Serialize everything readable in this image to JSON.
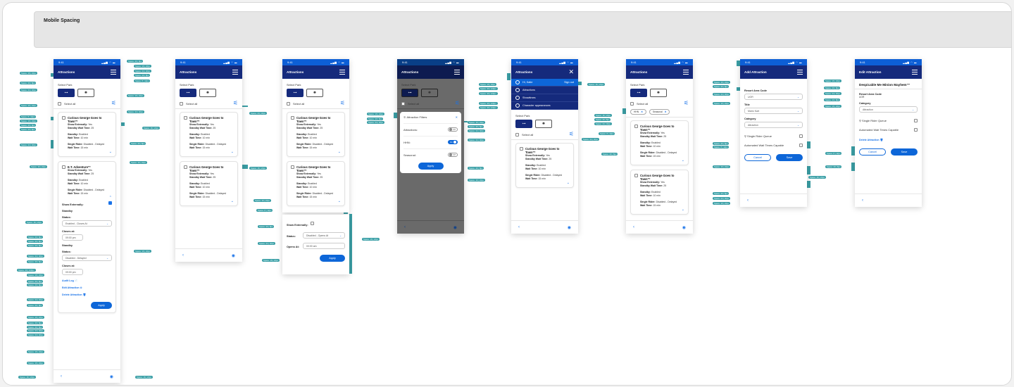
{
  "page": {
    "title": "Mobile Spacing"
  },
  "status_time": "9:41",
  "status_icons": "▂▄▆ ◠ ▬",
  "common": {
    "select_park": "Select Park",
    "select_all": "Select all",
    "park_icons": [
      "globe-logo",
      "castle-logo"
    ],
    "back": "‹",
    "home": "◉",
    "chevron_down": "⌄",
    "chevron_up": "⌃",
    "filter_icon": "⚟",
    "close": "✕"
  },
  "cards": {
    "george": {
      "name": "Curious George Goes to Town™",
      "lines": [
        [
          "Show Externally:",
          "Yes"
        ],
        [
          "Standby Wait Time:",
          "25"
        ],
        null,
        [
          "Standby:",
          "Enabled"
        ],
        [
          "Wait Time:",
          "10 min"
        ],
        null,
        [
          "Single Rider:",
          "Disabled - Delayed"
        ],
        [
          "Wait Time:",
          "15 min"
        ]
      ]
    },
    "et": {
      "name": "E.T. Adventure™",
      "lines": [
        [
          "Show Externally:",
          "Yes"
        ],
        [
          "Standby Wait Time:",
          "25"
        ],
        null,
        [
          "Standby:",
          "Enabled"
        ],
        [
          "Wait Time:",
          "10 min"
        ],
        null,
        [
          "Single Rider:",
          "Disabled - Delayed"
        ],
        [
          "Wait Time:",
          "15 min"
        ]
      ]
    }
  },
  "phone1_edit": {
    "show_externally": "Show Externally:",
    "standby": "Standby",
    "status": "Status:",
    "status1": "Enabled - Closes At",
    "closes_at": "Closes at:",
    "time1": "09:00 pm",
    "status2": "Disabled - Delayed",
    "time2": "09:00 pm",
    "audit_log": "Audit Log",
    "edit_attraction": "Edit Attraction",
    "delete_attraction": "Delete Attraction",
    "apply": "Apply"
  },
  "popup": {
    "show_externally": "Show Externally:",
    "status": "Status:",
    "status_value": "Disabled - Opens At",
    "opens_at": "Opens At:",
    "opens_value": "00:00 am",
    "apply": "Apply"
  },
  "filters": {
    "title": "Attraction Filters",
    "items": [
      {
        "label": "Attractions:",
        "state": "Off",
        "on": false
      },
      {
        "label": "HHN:",
        "state": "On",
        "on": true
      },
      {
        "label": "Seasonal:",
        "state": "Off",
        "on": false
      }
    ],
    "apply": "Apply"
  },
  "menu": {
    "greeting": "Hi, Katie",
    "sign_out": "Sign out",
    "items": [
      "Attractions",
      "Showtimes",
      "Character appearances"
    ]
  },
  "chips": [
    "HHN",
    "Seasonal"
  ],
  "add": {
    "title": "Add Attraction",
    "resort_label": "Resort Area Code",
    "resort_value": "UOR",
    "title_label": "Title",
    "title_value": "Mario Kart",
    "category_label": "Category",
    "category_value": "Attraction",
    "single_rider": "Single Rider Queue",
    "automated": "Automated Wait Times Capable",
    "cancel": "Cancel",
    "save": "Save"
  },
  "edit": {
    "title": "Edit Attraction",
    "name": "Despicable Me Minion Mayhem™",
    "resort_label": "Resort Area Code",
    "resort_value": "UOR",
    "category_label": "Category",
    "category_value": "Attraction",
    "single_rider": "Single Rider Queue",
    "automated": "Automated Wait Times Capable",
    "delete": "Delete Attraction",
    "cancel": "Cancel",
    "save": "Save"
  },
  "nav_title": "Attractions",
  "spacing_labels": [
    "Space: 16 | 24px",
    "Space: 20 | 8px",
    "Space: 24 | 32px",
    "Space: 8 | 12px",
    "Space: 40 | 120px"
  ],
  "colors": {
    "accent": "#0d66d8",
    "navy": "#152a7c",
    "annotation": "#3a9ea5"
  }
}
